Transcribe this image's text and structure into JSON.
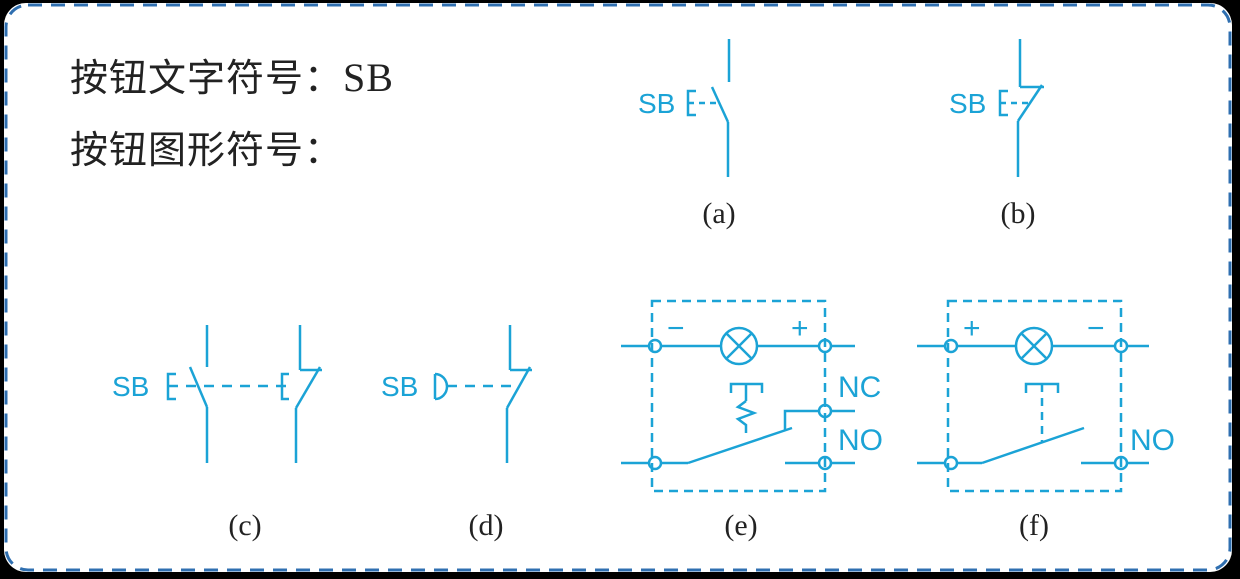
{
  "text_symbol": {
    "label": "按钮文字符号：",
    "value": "SB"
  },
  "graphic_symbol": {
    "label": "按钮图形符号："
  },
  "symbols": [
    {
      "id": "a",
      "caption": "(a)",
      "tag": "SB"
    },
    {
      "id": "b",
      "caption": "(b)",
      "tag": "SB"
    },
    {
      "id": "c",
      "caption": "(c)",
      "tag": "SB"
    },
    {
      "id": "d",
      "caption": "(d)",
      "tag": "SB"
    },
    {
      "id": "e",
      "caption": "(e)",
      "minus": "−",
      "plus": "+",
      "nc": "NC",
      "no": "NO"
    },
    {
      "id": "f",
      "caption": "(f)",
      "plus": "+",
      "minus": "−",
      "no": "NO"
    }
  ],
  "colors": {
    "symbol": "#1ba3d6",
    "border": "#2f6fb0",
    "text": "#222222"
  }
}
